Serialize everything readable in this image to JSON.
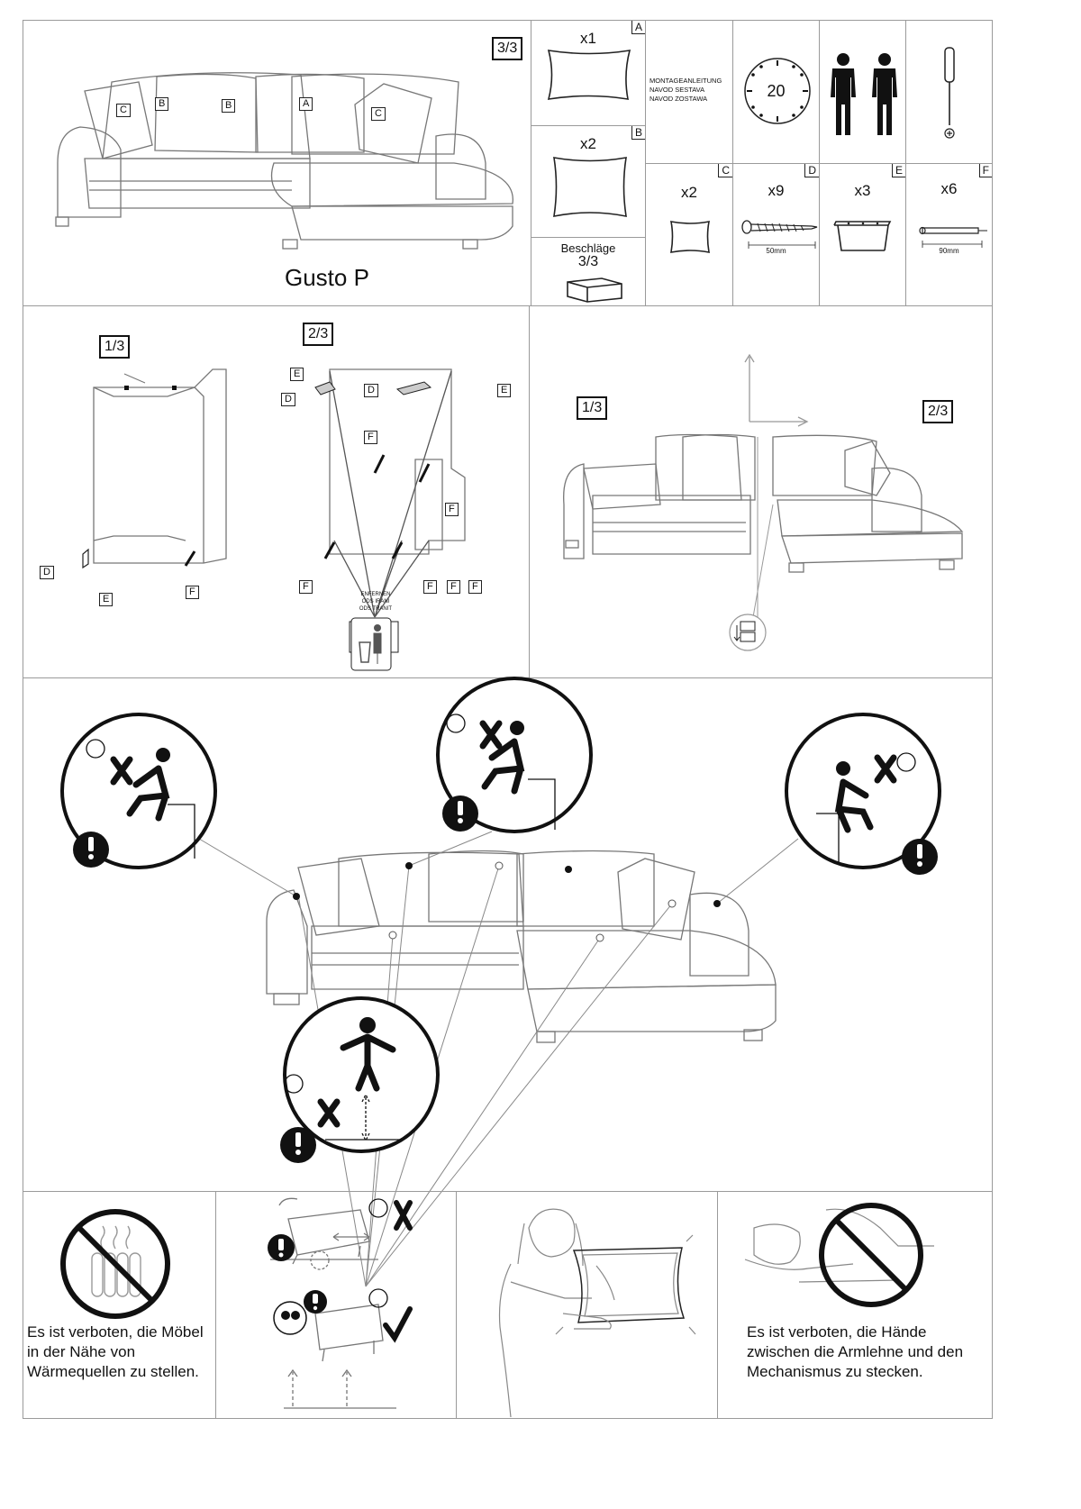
{
  "page_marker": "3/3",
  "product_name": "Gusto P",
  "sofa_labels": {
    "left_c": "C",
    "b1": "B",
    "b2": "B",
    "a": "A",
    "right_c": "C"
  },
  "parts": [
    {
      "letter": "A",
      "qty": "x1",
      "name": "large pillow"
    },
    {
      "letter": "B",
      "qty": "x2",
      "name": "back pillow"
    },
    {
      "letter": "C",
      "qty": "x2",
      "name": "small pillow"
    },
    {
      "letter": "D",
      "qty": "x9",
      "size": "50mm",
      "name": "screw"
    },
    {
      "letter": "E",
      "qty": "x3",
      "name": "bracket"
    },
    {
      "letter": "F",
      "qty": "x6",
      "size": "90mm",
      "name": "pin"
    }
  ],
  "hardware": {
    "label": "Beschläge",
    "marker": "3/3"
  },
  "manual_title": [
    "MONTAGEANLEITUNG",
    "NAVOD SESTAVA",
    "NAVOD ZOSTAWA"
  ],
  "time_minutes": "20",
  "tool_icon": "screwdriver-phillips-icon",
  "step1": {
    "marker": "1/3",
    "labels": {
      "d": "D",
      "e": "E",
      "f": "F"
    }
  },
  "step2": {
    "marker": "2/3",
    "labels": {
      "e1": "E",
      "d1": "D",
      "d2": "D",
      "e2": "E",
      "f1": "F",
      "f2": "F",
      "f3": "F",
      "f4": "F",
      "f5": "F",
      "f6": "F"
    },
    "remove_note": [
      "ENFERNEN",
      "ODS IRANI",
      "ODS TRANIT"
    ]
  },
  "join": {
    "left_marker": "1/3",
    "right_marker": "2/3"
  },
  "warnings": {
    "heat": "Es ist verboten, die Möbel in der Nähe von Wärmequellen zu stellen.",
    "hands": "Es ist verboten, die Hände zwischen die Armlehne und den Mechanismus zu stecken."
  },
  "colors": {
    "line": "#777777",
    "ink": "#111111",
    "frame": "#9a9a9a"
  }
}
